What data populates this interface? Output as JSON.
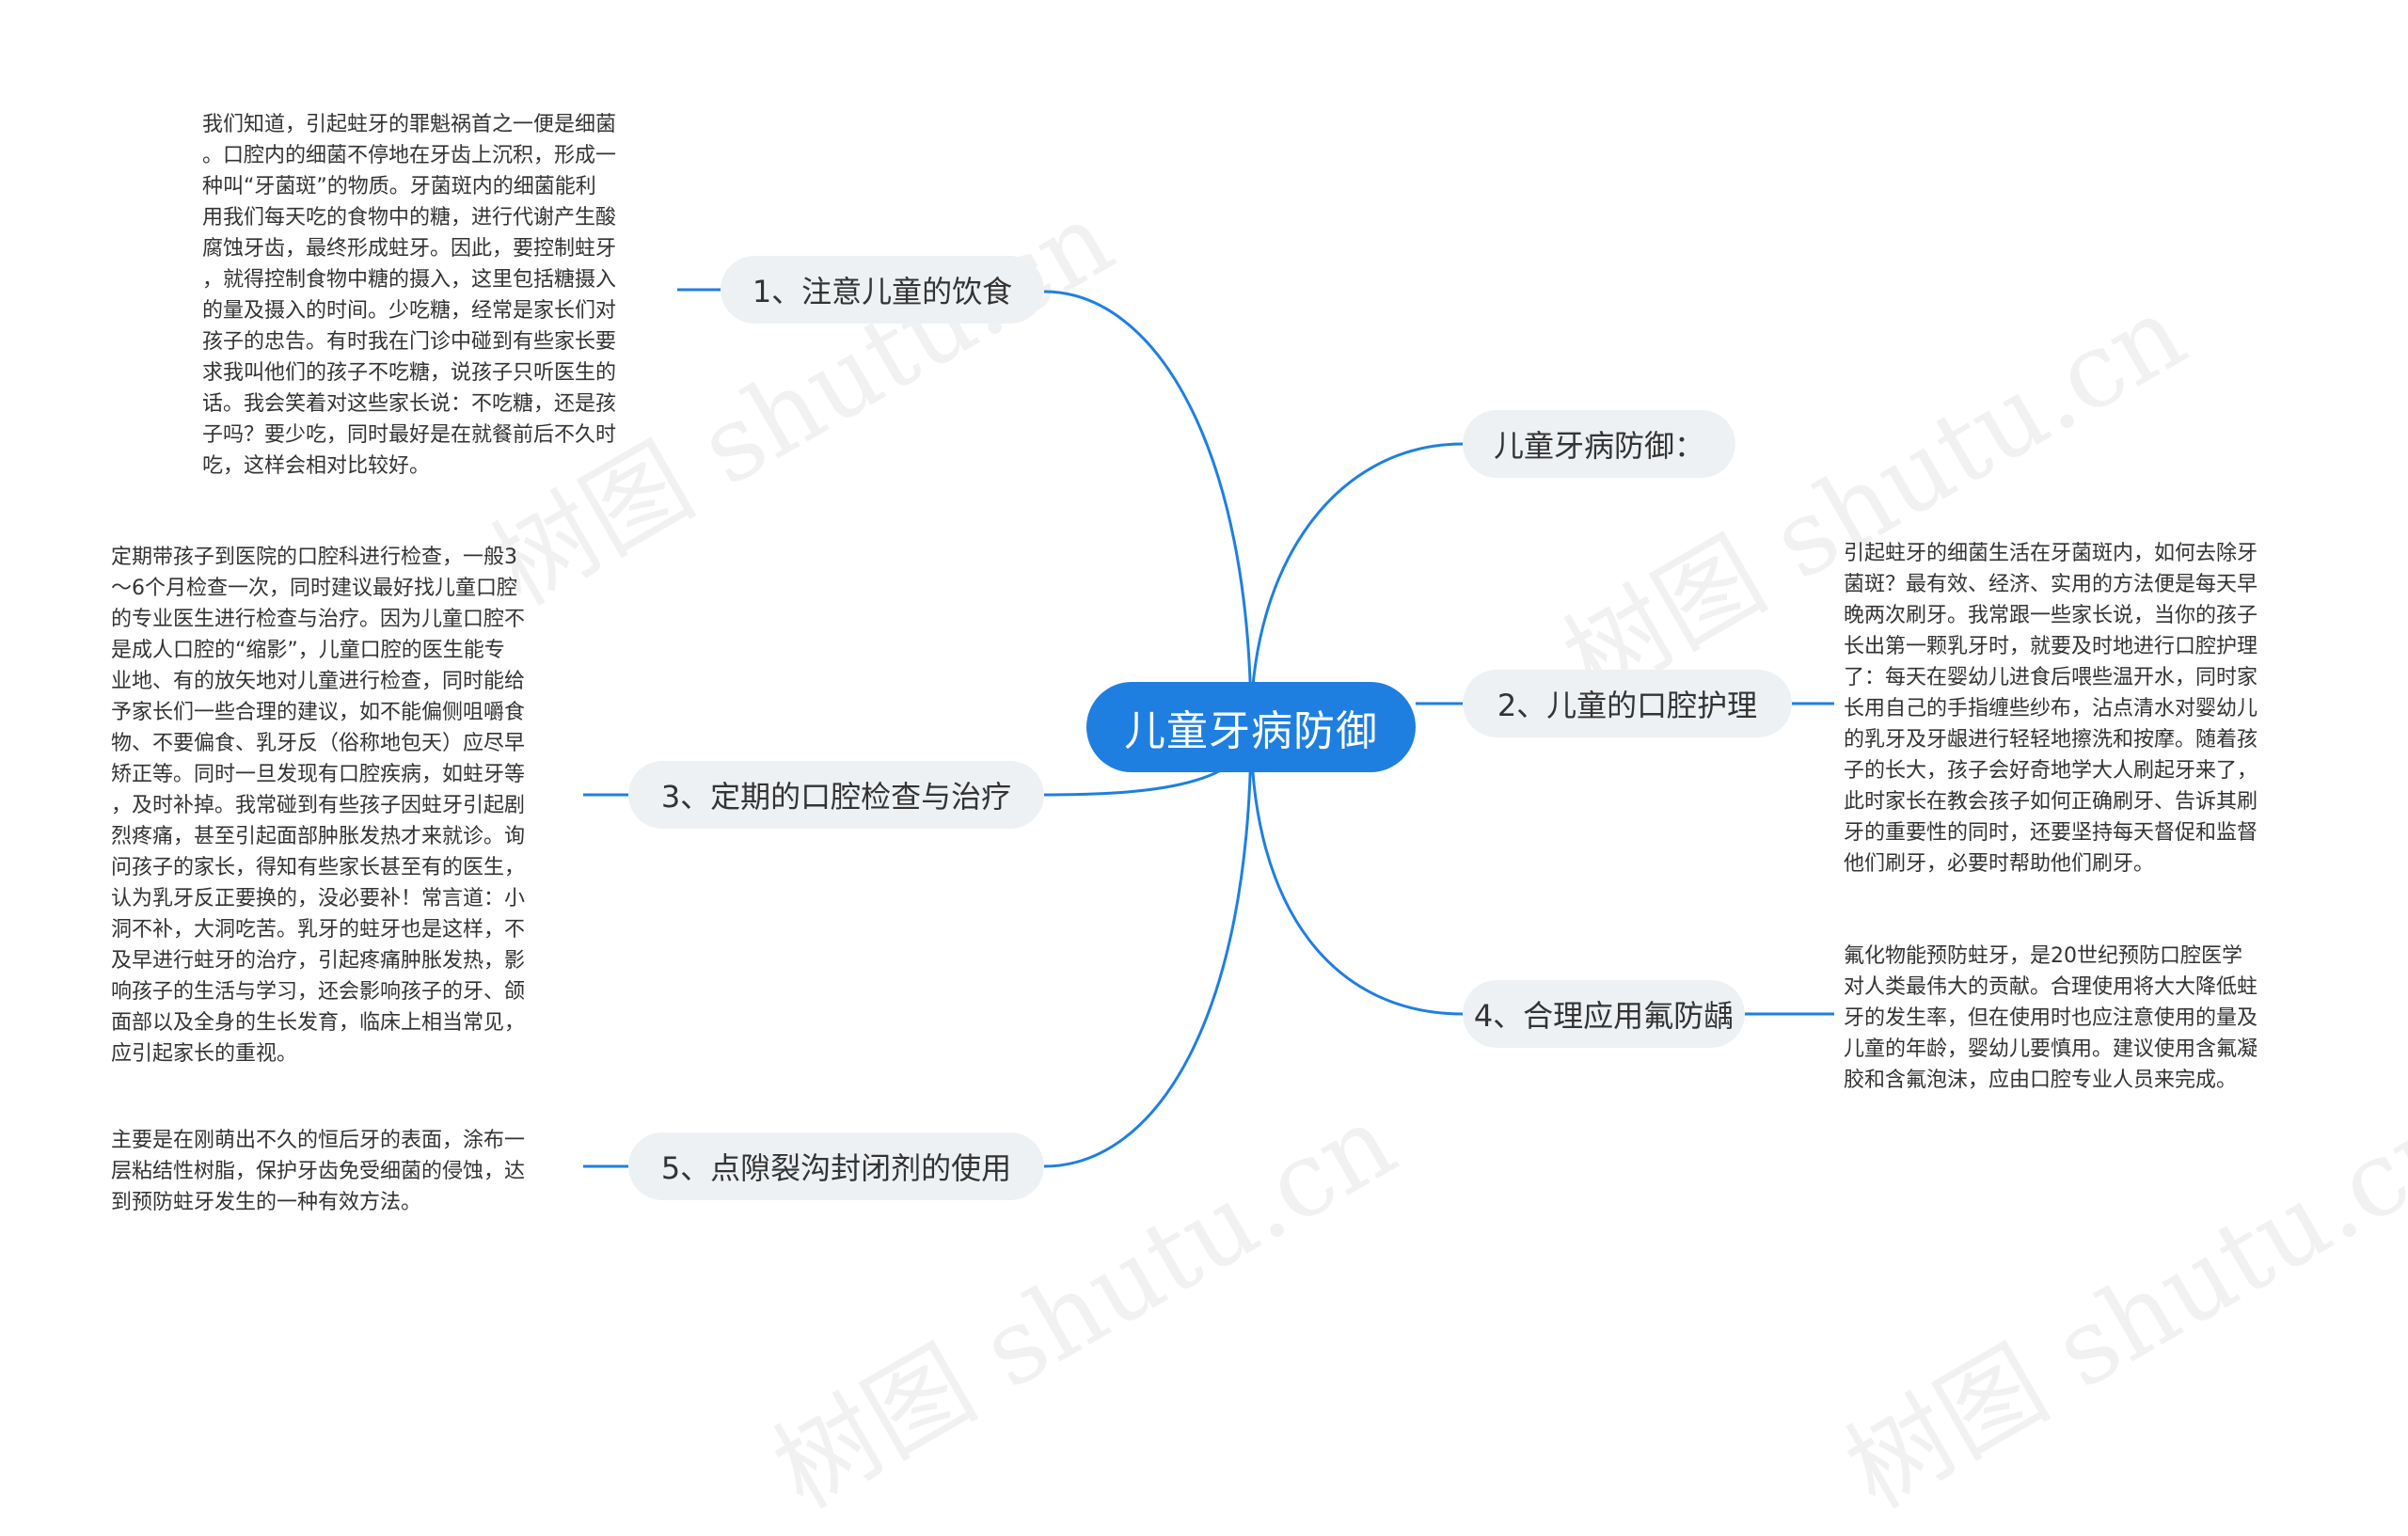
{
  "root": {
    "label": "儿童牙病防御"
  },
  "topics": {
    "diet": {
      "label": "1、注意儿童的饮食"
    },
    "intro": {
      "label": "儿童牙病防御："
    },
    "oral_care": {
      "label": "2、儿童的口腔护理"
    },
    "checkup": {
      "label": "3、定期的口腔检查与治疗"
    },
    "fluoride": {
      "label": "4、合理应用氟防龋"
    },
    "sealant": {
      "label": "5、点隙裂沟封闭剂的使用"
    }
  },
  "notes": {
    "diet": "我们知道，引起蛀牙的罪魁祸首之一便是细菌\n。口腔内的细菌不停地在牙齿上沉积，形成一\n种叫“牙菌斑”的物质。牙菌斑内的细菌能利\n用我们每天吃的食物中的糖，进行代谢产生酸\n腐蚀牙齿，最终形成蛀牙。因此，要控制蛀牙\n，就得控制食物中糖的摄入，这里包括糖摄入\n的量及摄入的时间。少吃糖，经常是家长们对\n孩子的忠告。有时我在门诊中碰到有些家长要\n求我叫他们的孩子不吃糖，说孩子只听医生的\n话。我会笑着对这些家长说：不吃糖，还是孩\n子吗？要少吃，同时最好是在就餐前后不久时\n吃，这样会相对比较好。",
    "oral_care": "引起蛀牙的细菌生活在牙菌斑内，如何去除牙\n菌斑？最有效、经济、实用的方法便是每天早\n晚两次刷牙。我常跟一些家长说，当你的孩子\n长出第一颗乳牙时，就要及时地进行口腔护理\n了：每天在婴幼儿进食后喂些温开水，同时家\n长用自己的手指缠些纱布，沾点清水对婴幼儿\n的乳牙及牙龈进行轻轻地擦洗和按摩。随着孩\n子的长大，孩子会好奇地学大人刷起牙来了，\n此时家长在教会孩子如何正确刷牙、告诉其刷\n牙的重要性的同时，还要坚持每天督促和监督\n他们刷牙，必要时帮助他们刷牙。",
    "checkup": "定期带孩子到医院的口腔科进行检查，一般3\n～6个月检查一次，同时建议最好找儿童口腔\n的专业医生进行检查与治疗。因为儿童口腔不\n是成人口腔的“缩影”，儿童口腔的医生能专\n业地、有的放矢地对儿童进行检查，同时能给\n予家长们一些合理的建议，如不能偏侧咀嚼食\n物、不要偏食、乳牙反（俗称地包天）应尽早\n矫正等。同时一旦发现有口腔疾病，如蛀牙等\n，及时补掉。我常碰到有些孩子因蛀牙引起剧\n烈疼痛，甚至引起面部肿胀发热才来就诊。询\n问孩子的家长，得知有些家长甚至有的医生，\n认为乳牙反正要换的，没必要补！常言道：小\n洞不补，大洞吃苦。乳牙的蛀牙也是这样，不\n及早进行蛀牙的治疗，引起疼痛肿胀发热，影\n响孩子的生活与学习，还会影响孩子的牙、颌\n面部以及全身的生长发育，临床上相当常见，\n应引起家长的重视。",
    "fluoride": "氟化物能预防蛀牙，是20世纪预防口腔医学\n对人类最伟大的贡献。合理使用将大大降低蛀\n牙的发生率，但在使用时也应注意使用的量及\n儿童的年龄，婴幼儿要慎用。建议使用含氟凝\n胶和含氟泡沫，应由口腔专业人员来完成。",
    "sealant": "主要是在刚萌出不久的恒后牙的表面，涂布一\n层粘结性树脂，保护牙齿免受细菌的侵蚀，达\n到预防蛀牙发生的一种有效方法。"
  },
  "watermark": {
    "text": "树图 shutu.cn"
  },
  "colors": {
    "root": "#1e7fe0",
    "topic_bg": "#eef1f4",
    "connector": "#1e7fe0"
  }
}
